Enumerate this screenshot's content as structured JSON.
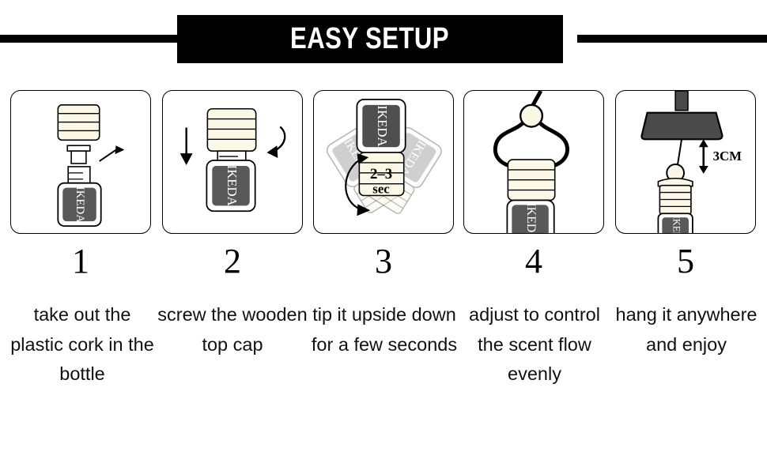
{
  "header": {
    "title": "EASY SETUP",
    "rule_color": "#000000",
    "banner_color": "#000000",
    "title_color": "#ffffff"
  },
  "palette": {
    "cap_cream": "#fbf8e6",
    "bottle_dark": "#595959",
    "mirror_dark": "#4a4a4a",
    "outline": "#000000",
    "bottle_shell": "#ffffff",
    "ghost_gray": "#b9b9b9"
  },
  "brand": {
    "label": "IKEDA"
  },
  "steps": [
    {
      "number": "1",
      "caption": "take out the plastic cork in the bottle",
      "panel_name": "step-1-illustration",
      "annotation": ""
    },
    {
      "number": "2",
      "caption": "screw the wooden top cap",
      "panel_name": "step-2-illustration",
      "annotation": ""
    },
    {
      "number": "3",
      "caption": "tip it upside down for a few seconds",
      "panel_name": "step-3-illustration",
      "annotation": "2–3",
      "annotation_unit": "sec"
    },
    {
      "number": "4",
      "caption": "adjust to control the scent flow evenly",
      "panel_name": "step-4-illustration",
      "annotation": ""
    },
    {
      "number": "5",
      "caption": "hang it anywhere and enjoy",
      "panel_name": "step-5-illustration",
      "annotation": "3CM"
    }
  ]
}
